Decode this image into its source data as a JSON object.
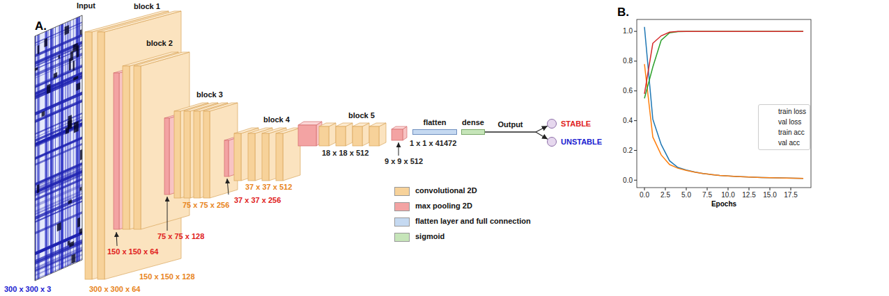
{
  "diagram": {
    "nodes": [
      {
        "text": [
          "flatten"
        ]
      },
      {
        "text": [
          "dense"
        ]
      },
      {
        "text": [
          "STABLE"
        ]
      },
      {
        "text": [
          "UNSTABLE"
        ]
      }
    ],
    "edges": [
      {
        "from": 1,
        "to": 2,
        "arrow": "to",
        "label": "Output"
      },
      {
        "from": 1,
        "to": 3,
        "arrow": "to"
      }
    ],
    "labels": [
      "A.",
      "Input",
      "block 1",
      "block 2",
      "block 3",
      "block 4",
      "block 5",
      "300 x 300 x 3",
      "300 x 300 x 64",
      "150 x 150 x 64",
      "150 x 150 x 128",
      "75 x 75 x 128",
      "75 x 75 x 256",
      "37 x 37 x 256",
      "37 x 37 x 512",
      "18 x 18 x 512",
      "9 x 9 x 512",
      "1 x 1 x 41472",
      "B.",
      "0.0",
      "0.2",
      "0.4",
      "0.6",
      "0.8",
      "1.0",
      "0.0",
      "2.5",
      "5.0",
      "7.5",
      "10.0",
      "12.5",
      "15.0",
      "17.5",
      "Epochs"
    ],
    "legend": [
      {
        "text": "convolutional 2D",
        "color": "#f7d29a"
      },
      {
        "text": "max pooling 2D",
        "color": "#f3a3a3"
      },
      {
        "text": "flatten layer and full connection",
        "color": "#c5d9f1"
      },
      {
        "text": "sigmoid",
        "color": "#c6e5b9"
      },
      {
        "text": "train loss"
      },
      {
        "text": "val loss"
      },
      {
        "text": "train acc"
      },
      {
        "text": "val acc"
      }
    ]
  }
}
